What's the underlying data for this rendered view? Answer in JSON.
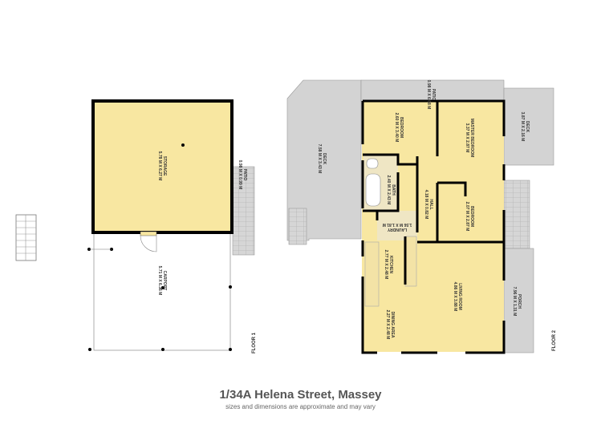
{
  "title": "1/34A Helena Street, Massey",
  "subtitle": "sizes and dimensions are approximate and may vary",
  "colors": {
    "room": "#f8e7a1",
    "bath": "#efe6c4",
    "outdoor": "#d3d3d3",
    "wall": "#000000"
  },
  "floor1": {
    "label": "FLOOR 1",
    "rooms": {
      "storage": {
        "name": "STORAGE",
        "dims": "5.78 M X 6.27 M"
      },
      "carport": {
        "name": "CARPORT",
        "dims": "5.71 M X 6.36 M"
      },
      "patio": {
        "name": "PATIO",
        "dims": "0.98 M X 0.99 M"
      }
    }
  },
  "floor2": {
    "label": "FLOOR 2",
    "rooms": {
      "deck_left": {
        "name": "DECK",
        "dims": "7.58 M X 3.43 M"
      },
      "patio": {
        "name": "PATIO",
        "dims": "0.98 M X 6.68 M"
      },
      "deck_right": {
        "name": "DECK",
        "dims": "3.87 M X 2.16 M"
      },
      "bedroom1": {
        "name": "BEDROOM",
        "dims": "2.60 M X 3.40 M"
      },
      "master": {
        "name": "MASTER BEDROOM",
        "dims": "3.37 M X 2.87 M"
      },
      "bath": {
        "name": "BATH",
        "dims": "2.40 M X 2.43 M"
      },
      "hall": {
        "name": "HALL",
        "dims": "4.18 M X 0.82 M"
      },
      "bedroom2": {
        "name": "BEDROOM",
        "dims": "2.07 M X 2.87 M"
      },
      "laundry": {
        "name": "LAUNDRY",
        "dims": "1.56 M X 1.81 M"
      },
      "kitchen": {
        "name": "KITCHEN",
        "dims": "2.77 M X 2.48 M"
      },
      "dining": {
        "name": "DINING AREA",
        "dims": "2.27 M X 2.48 M"
      },
      "living": {
        "name": "LIVING ROOM",
        "dims": "4.86 M X 3.88 M"
      },
      "porch": {
        "name": "PORCH",
        "dims": "7.96 M X 1.31 M"
      }
    }
  }
}
